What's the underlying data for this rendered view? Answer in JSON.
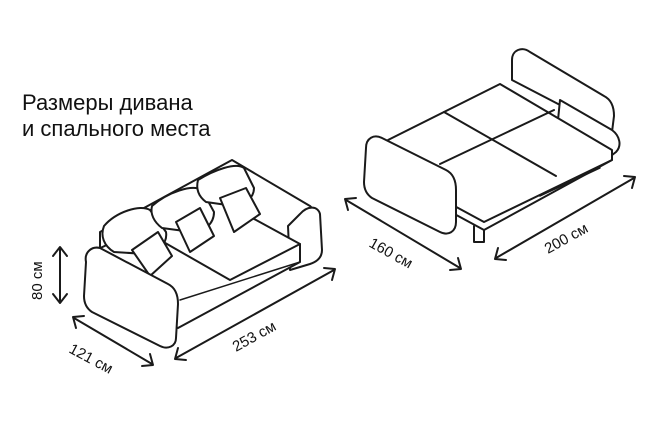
{
  "title": {
    "line1": "Размеры дивана",
    "line2": "и спального места"
  },
  "dimensions": {
    "height": "80 см",
    "depth": "121 см",
    "length": "253 см",
    "bed_width": "160 см",
    "bed_length": "200 см"
  }
}
